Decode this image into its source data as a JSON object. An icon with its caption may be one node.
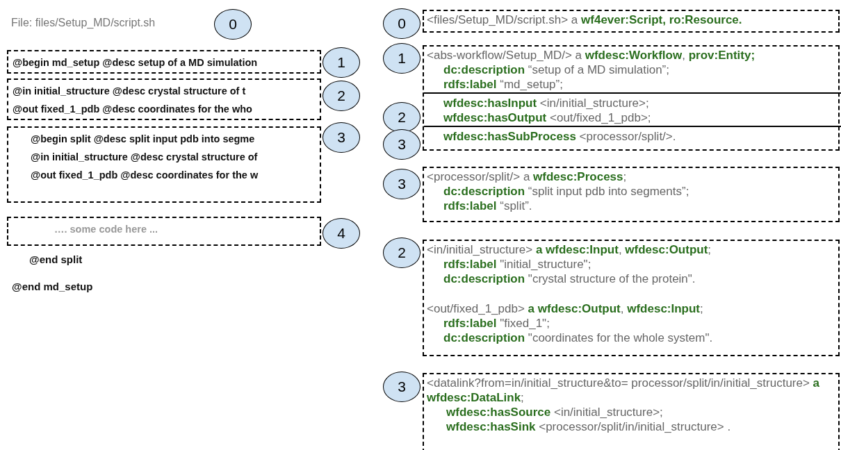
{
  "diagram": {
    "nodes": [
      {
        "text": [
          "0"
        ]
      },
      {
        "text": [
          "@begin md_setup @desc setup of a MD simulation"
        ]
      },
      {
        "text": [
          "1"
        ]
      },
      {
        "text": [
          "@in initial_structure @desc crystal structure of t",
          "@out fixed_1_pdb @desc coordinates for the who"
        ]
      },
      {
        "text": [
          "2"
        ]
      },
      {
        "text": [
          "@begin split @desc split input pdb into segme",
          "@in initial_structure @desc crystal structure of",
          "@out fixed_1_pdb @desc coordinates for the w"
        ]
      },
      {
        "text": [
          "3"
        ]
      },
      {
        "text": [
          "…. some code here ..."
        ]
      },
      {
        "text": [
          "4"
        ]
      },
      {
        "text": [
          "0"
        ]
      },
      {
        "text": [
          "<files/Setup_MD/script.sh> a **wf4ever:Script, ro:Resource.**"
        ]
      },
      {
        "text": [
          "1"
        ]
      },
      {
        "text": [
          "<abs-workflow/Setup_MD/> a **wfdesc:Workflow**, **prov:Entity;**",
          "**dc:description** “setup of a MD simulation”;",
          "**rdfs:label** “md_setup”;",
          "**wfdesc:hasInput** <in/initial_structure>;",
          "**wfdesc:hasOutput** <out/fixed_1_pdb>;",
          "**wfdesc:hasSubProcess** <processor/split/>."
        ]
      },
      {
        "text": [
          "2"
        ]
      },
      {
        "text": [
          "3"
        ]
      },
      {
        "text": [
          "3"
        ]
      },
      {
        "text": [
          "<processor/split/> a **wfdesc:Process**;",
          "**dc:description** “split input pdb into segments”;",
          "**rdfs:label** “split”."
        ]
      },
      {
        "text": [
          "2"
        ]
      },
      {
        "text": [
          "<in/initial_structure> **a wfdesc:Input**, **wfdesc:Output**;",
          "**rdfs:label** \"initial_structure\";",
          "**dc:description** \"crystal structure of the protein\".",
          "<out/fixed_1_pdb> **a wfdesc:Output**, **wfdesc:Input**;",
          "**rdfs:label** \"fixed_1\";",
          "**dc:description** \"coordinates for the whole system\"."
        ]
      },
      {
        "text": [
          "<datalink?from=in/initial_structure&to= processor/split/in/initial_structure> **a wfdesc:DataLink**;",
          "**wfdesc:hasSource** <in/initial_structure>;",
          "**wfdesc:hasSink** <processor/split/in/initial_structure> ."
        ]
      },
      {
        "text": [
          "3"
        ]
      }
    ],
    "labels": [
      "File: files/Setup_MD/script.sh",
      "@end split",
      "@end md_setup"
    ]
  }
}
